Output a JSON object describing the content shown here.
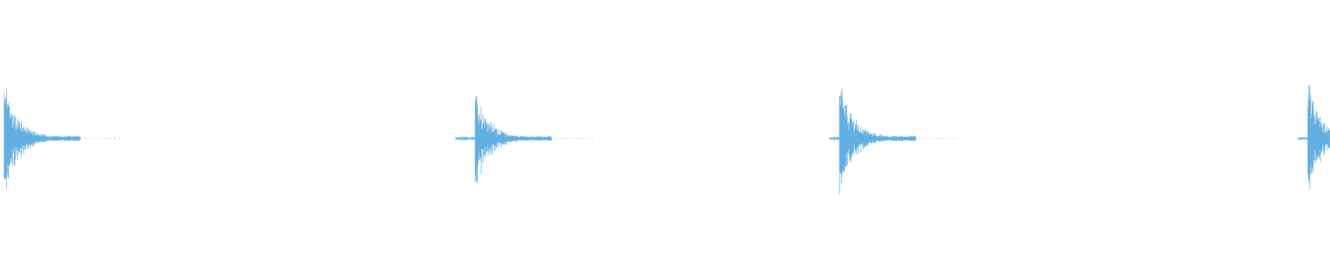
{
  "waveform": {
    "color": "#5aaae0",
    "background": "#ffffff",
    "transients": [
      {
        "id": "hit-1",
        "peak": 0.95,
        "decay": 0.9,
        "tail_level": 0.12
      },
      {
        "id": "hit-2",
        "peak": 0.88,
        "decay": 0.85,
        "tail_level": 0.1
      },
      {
        "id": "hit-3",
        "peak": 0.92,
        "decay": 0.9,
        "tail_level": 0.12
      },
      {
        "id": "hit-4",
        "peak": 0.97,
        "decay": 0.7,
        "tail_level": 0.2
      }
    ]
  }
}
